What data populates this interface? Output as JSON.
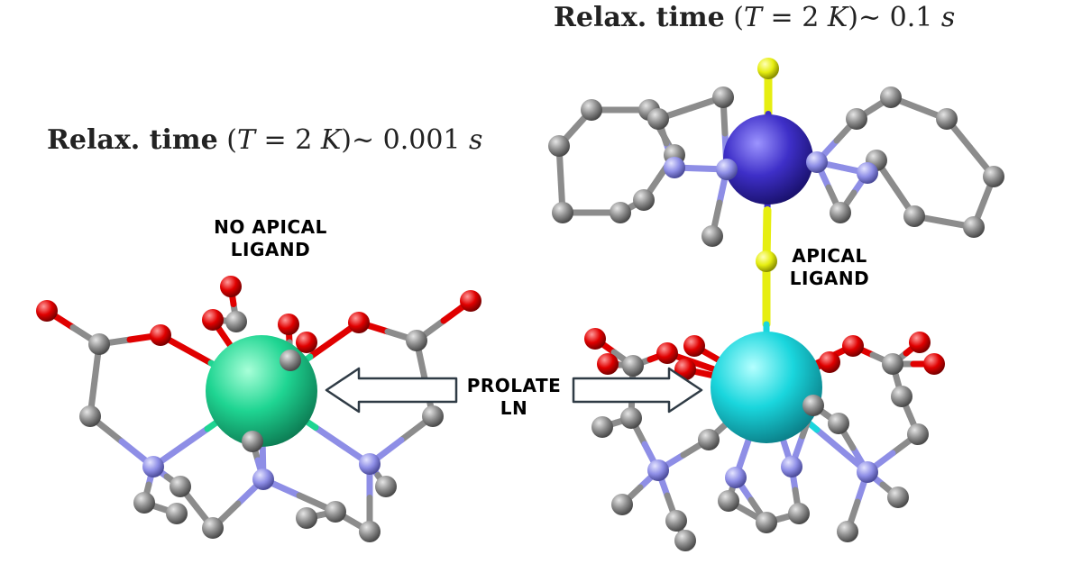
{
  "labels": {
    "relax_left": {
      "bold": "Relax. time",
      "open": " (",
      "var": "T",
      "mid": " = 2 ",
      "unit": "K",
      "close": ")~ 0.001 ",
      "sec": "s"
    },
    "relax_right": {
      "bold": "Relax. time",
      "open": " (",
      "var": "T",
      "mid": " = 2 ",
      "unit": "K",
      "close": ")~ 0.1 ",
      "sec": "s"
    },
    "no_apical": [
      "NO APICAL",
      "LIGAND"
    ],
    "apical": [
      "APICAL",
      "LIGAND"
    ],
    "prolate": [
      "PROLATE",
      "LN"
    ]
  },
  "colors": {
    "carbon": "#8c8c8c",
    "oxygen": "#e00000",
    "nitrogen": "#8e8ee6",
    "ln_left": "#1fd592",
    "ln_right": "#1ad6dd",
    "apical_atom": "#e6ee10",
    "transition_metal": "#3e2fc8",
    "arrow_stroke": "#2f3b45"
  }
}
